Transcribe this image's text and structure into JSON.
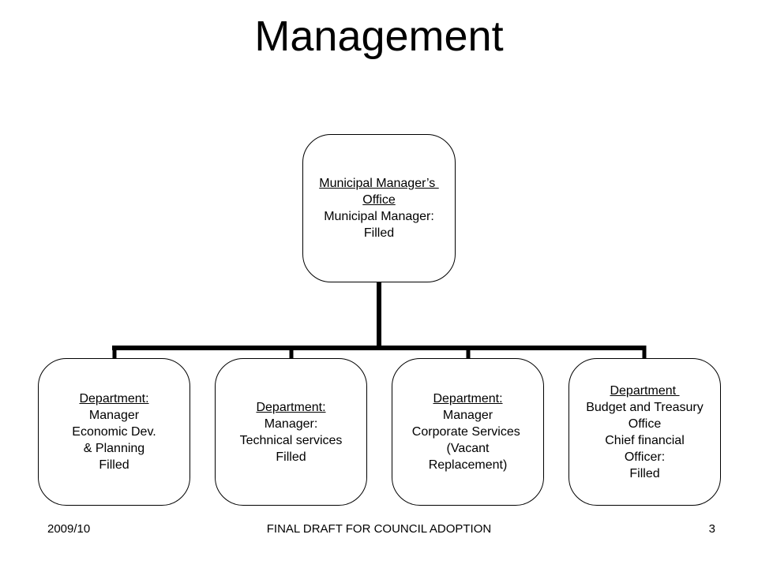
{
  "title": "Management",
  "top_node": {
    "heading": [
      "Municipal Manager’s ",
      "Office"
    ],
    "lines": [
      "Municipal Manager:",
      "Filled"
    ]
  },
  "departments": [
    {
      "heading": [
        "Department:"
      ],
      "lines": [
        "Manager",
        "Economic Dev.",
        "& Planning",
        "Filled"
      ]
    },
    {
      "heading": [
        "Department:"
      ],
      "lines": [
        "Manager:",
        "Technical services",
        "Filled"
      ]
    },
    {
      "heading": [
        "Department:"
      ],
      "lines": [
        "Manager",
        "Corporate Services ",
        "(Vacant",
        "Replacement)"
      ]
    },
    {
      "heading": [
        "Department "
      ],
      "lines": [
        "Budget and Treasury",
        "Office",
        "Chief financial",
        "Officer:",
        "Filled"
      ]
    }
  ],
  "footer": {
    "left": "2009/10",
    "center": "FINAL DRAFT FOR COUNCIL ADOPTION",
    "right": "3"
  }
}
